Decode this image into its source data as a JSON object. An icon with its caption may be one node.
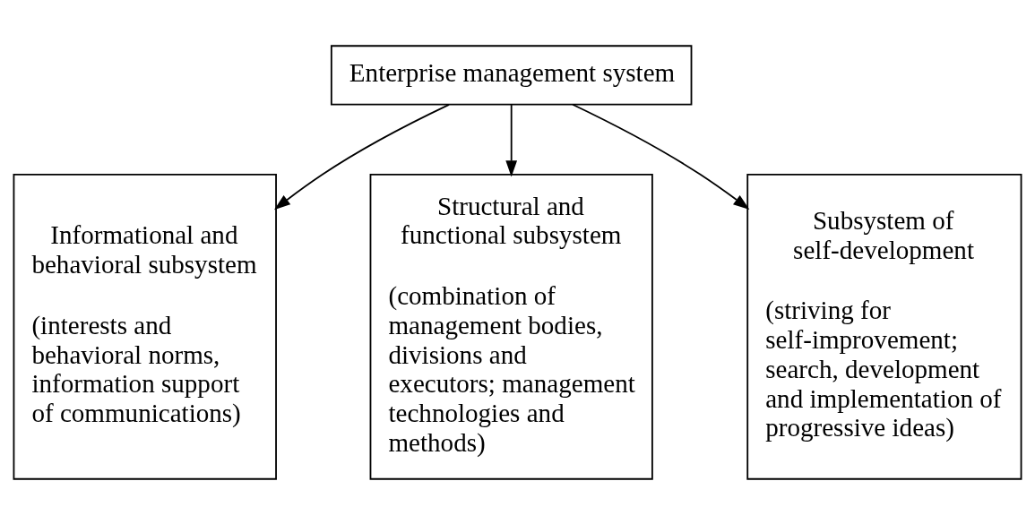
{
  "diagram": {
    "nodes": [
      {
        "text": [
          "Enterprise management system"
        ]
      },
      {
        "text": [
          "Informational and behavioral subsystem",
          "(interests and behavioral norms, information support of communications)"
        ]
      },
      {
        "text": [
          "Structural and functional subsystem",
          "(combination of management bodies, divisions and executors; management technologies and methods)"
        ]
      },
      {
        "text": [
          "Subsystem of self-development",
          "(striving for self-improvement; search, development and implementation of progressive ideas)"
        ]
      }
    ],
    "edges": [
      {
        "from": 0,
        "to": 1,
        "arrow": "to"
      },
      {
        "from": 0,
        "to": 2,
        "arrow": "to"
      },
      {
        "from": 0,
        "to": 3,
        "arrow": "to"
      }
    ]
  }
}
